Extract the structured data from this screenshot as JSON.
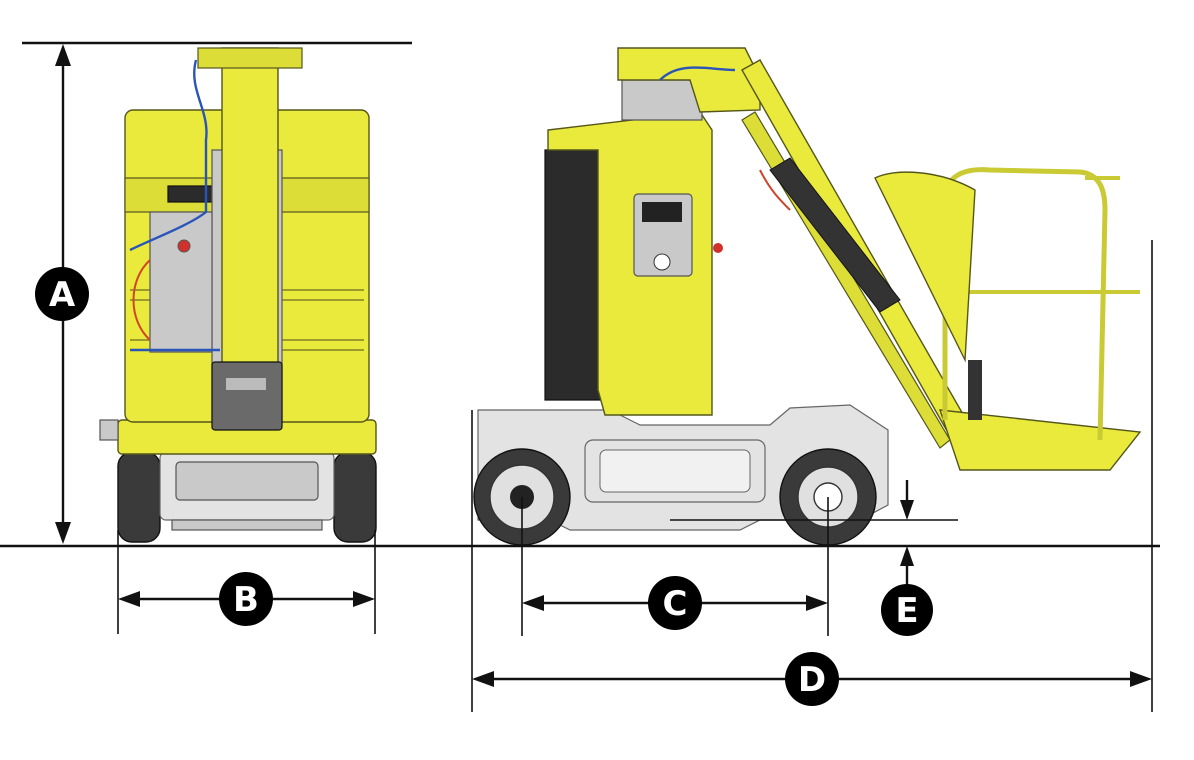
{
  "markers": {
    "a": "A",
    "b": "B",
    "c": "C",
    "d": "D",
    "e": "E"
  },
  "control_panel": {
    "label": ""
  },
  "colors": {
    "machine_yellow": "#e9ea3c",
    "chassis_gray": "#c9c9c9",
    "dimension_line": "#111111",
    "marker_fill": "#000000",
    "hose_blue": "#2a55b8",
    "hose_red": "#d0452a"
  },
  "views": [
    "front-view",
    "side-view"
  ]
}
